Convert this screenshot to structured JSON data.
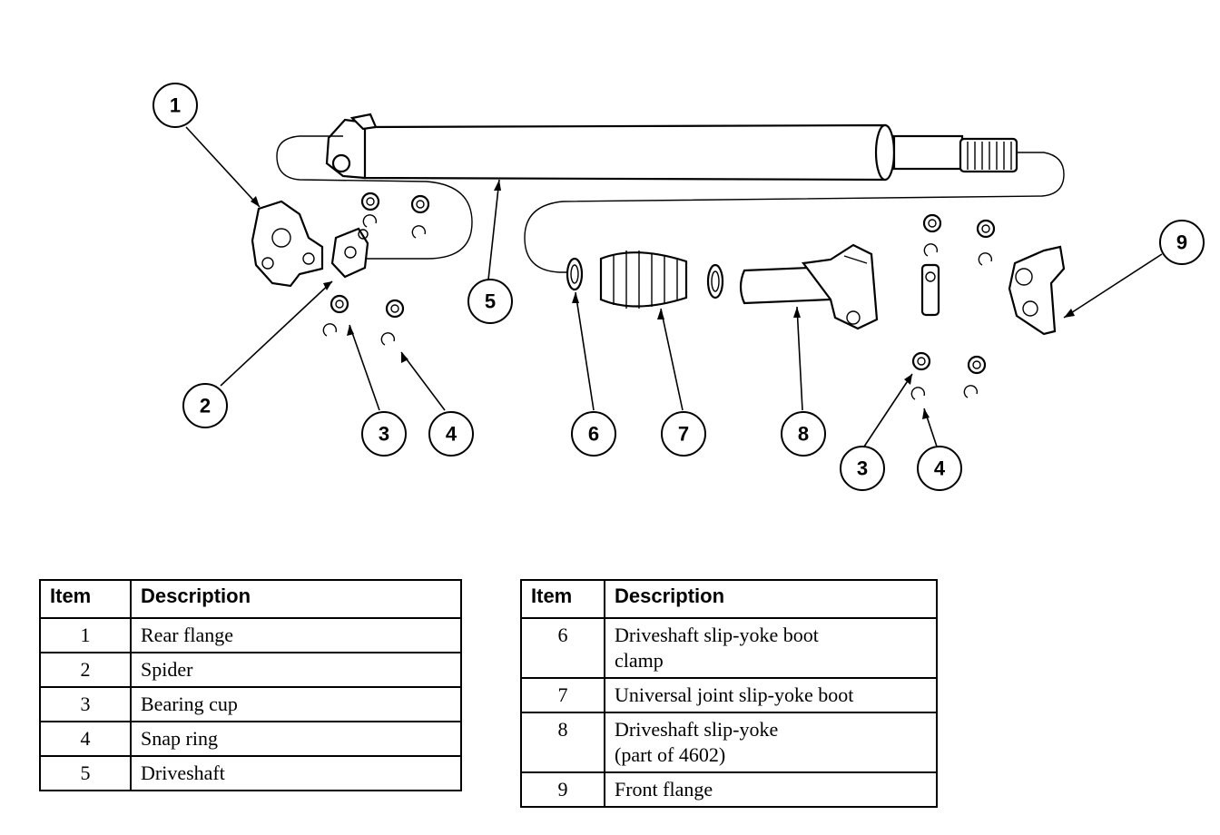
{
  "callouts": [
    {
      "id": "c1",
      "label": "1"
    },
    {
      "id": "c2",
      "label": "2"
    },
    {
      "id": "c3a",
      "label": "3"
    },
    {
      "id": "c4a",
      "label": "4"
    },
    {
      "id": "c5",
      "label": "5"
    },
    {
      "id": "c6",
      "label": "6"
    },
    {
      "id": "c7",
      "label": "7"
    },
    {
      "id": "c8",
      "label": "8"
    },
    {
      "id": "c3b",
      "label": "3"
    },
    {
      "id": "c4b",
      "label": "4"
    },
    {
      "id": "c9",
      "label": "9"
    }
  ],
  "table_left": {
    "header_item": "Item",
    "header_description": "Description",
    "rows": [
      {
        "item": "1",
        "description": "Rear flange"
      },
      {
        "item": "2",
        "description": "Spider"
      },
      {
        "item": "3",
        "description": "Bearing cup"
      },
      {
        "item": "4",
        "description": "Snap ring"
      },
      {
        "item": "5",
        "description": "Driveshaft"
      }
    ]
  },
  "table_right": {
    "header_item": "Item",
    "header_description": "Description",
    "rows": [
      {
        "item": "6",
        "line1": "Driveshaft slip-yoke boot",
        "line2": "clamp"
      },
      {
        "item": "7",
        "line1": "Universal joint slip-yoke boot",
        "line2": ""
      },
      {
        "item": "8",
        "line1": "Driveshaft slip-yoke",
        "line2": "(part of 4602)"
      },
      {
        "item": "9",
        "line1": "Front flange",
        "line2": ""
      }
    ]
  }
}
